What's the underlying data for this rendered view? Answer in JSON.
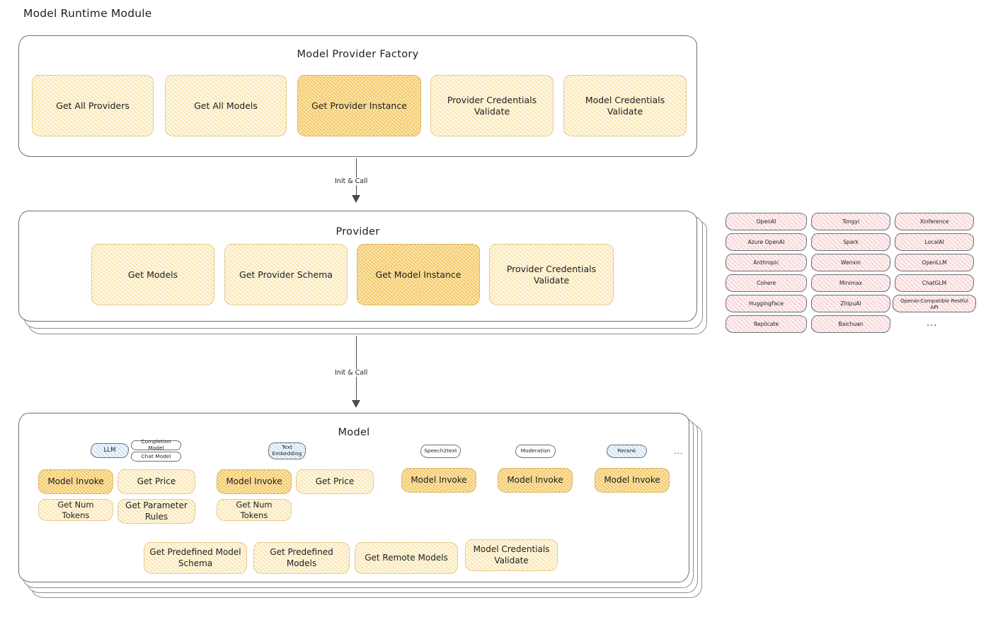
{
  "diagram": {
    "title": "Model Runtime Module",
    "arrows": [
      {
        "label": "Init & Call"
      },
      {
        "label": "Init & Call"
      }
    ],
    "ellipsis": "..."
  },
  "factory": {
    "title": "Model Provider Factory",
    "nodes": [
      {
        "label": "Get All Providers",
        "highlight": false
      },
      {
        "label": "Get All Models",
        "highlight": false
      },
      {
        "label": "Get Provider Instance",
        "highlight": true
      },
      {
        "label": "Provider Credentials Validate",
        "highlight": false
      },
      {
        "label": "Model Credentials Validate",
        "highlight": false
      }
    ]
  },
  "provider": {
    "title": "Provider",
    "nodes": [
      {
        "label": "Get Models",
        "highlight": false
      },
      {
        "label": "Get Provider Schema",
        "highlight": false
      },
      {
        "label": "Get Model Instance",
        "highlight": true
      },
      {
        "label": "Provider Credentials Validate",
        "highlight": false
      }
    ]
  },
  "provider_list": {
    "ellipsis": "...",
    "columns": [
      [
        "OpenAI",
        "Azure OpenAI",
        "Anthropic",
        "Cohere",
        "HuggingFace",
        "Replicate"
      ],
      [
        "Tongyi",
        "Spark",
        "Wenxin",
        "Minimax",
        "ZhipuAI",
        "Baichuan"
      ],
      [
        "Xinference",
        "LocalAI",
        "OpenLLM",
        "ChatGLM",
        "OpenAI-Compatible Restful API"
      ]
    ]
  },
  "model": {
    "title": "Model",
    "ellipsis": "...",
    "types": [
      {
        "name": "LLM",
        "style": "blue",
        "sub": [
          "Completion Model",
          "Chat Model"
        ]
      },
      {
        "name": "Text Embedding",
        "style": "blue",
        "sub": []
      },
      {
        "name": "Speech2text",
        "style": "plain",
        "sub": []
      },
      {
        "name": "Moderation",
        "style": "plain",
        "sub": []
      },
      {
        "name": "Rerank",
        "style": "blue",
        "sub": []
      }
    ],
    "llm_ops": [
      {
        "label": "Model Invoke",
        "highlight": true
      },
      {
        "label": "Get Price",
        "highlight": false
      },
      {
        "label": "Get Num Tokens",
        "highlight": false
      },
      {
        "label": "Get Parameter Rules",
        "highlight": false
      }
    ],
    "embedding_ops": [
      {
        "label": "Model Invoke",
        "highlight": true
      },
      {
        "label": "Get Price",
        "highlight": false
      },
      {
        "label": "Get Num Tokens",
        "highlight": false
      }
    ],
    "speech_ops": [
      {
        "label": "Model Invoke",
        "highlight": true
      }
    ],
    "moderation_ops": [
      {
        "label": "Model Invoke",
        "highlight": true
      }
    ],
    "rerank_ops": [
      {
        "label": "Model Invoke",
        "highlight": true
      }
    ],
    "common_ops": [
      {
        "label": "Get Predefined Model Schema",
        "highlight": false
      },
      {
        "label": "Get Predefined Models",
        "highlight": false
      },
      {
        "label": "Get Remote Models",
        "highlight": false
      },
      {
        "label": "Model Credentials Validate",
        "highlight": false
      }
    ]
  }
}
